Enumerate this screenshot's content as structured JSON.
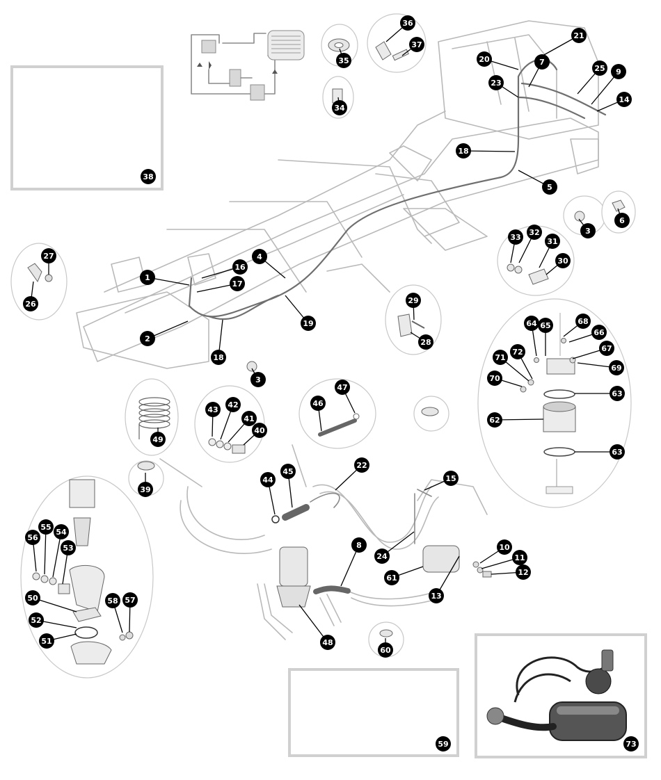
{
  "diagram": {
    "colors": {
      "callout_fill": "#000000",
      "callout_text": "#ffffff",
      "line_art": "#b9b9b9",
      "panel_border": "#cccccc"
    },
    "callouts": [
      {
        "id": "c1",
        "label": "1"
      },
      {
        "id": "c2",
        "label": "2"
      },
      {
        "id": "c3a",
        "label": "3"
      },
      {
        "id": "c3b",
        "label": "3"
      },
      {
        "id": "c4",
        "label": "4"
      },
      {
        "id": "c5",
        "label": "5"
      },
      {
        "id": "c6",
        "label": "6"
      },
      {
        "id": "c7",
        "label": "7"
      },
      {
        "id": "c8",
        "label": "8"
      },
      {
        "id": "c9",
        "label": "9"
      },
      {
        "id": "c10",
        "label": "10"
      },
      {
        "id": "c11",
        "label": "11"
      },
      {
        "id": "c12",
        "label": "12"
      },
      {
        "id": "c13",
        "label": "13"
      },
      {
        "id": "c14",
        "label": "14"
      },
      {
        "id": "c15",
        "label": "15"
      },
      {
        "id": "c16",
        "label": "16"
      },
      {
        "id": "c17",
        "label": "17"
      },
      {
        "id": "c18a",
        "label": "18"
      },
      {
        "id": "c18b",
        "label": "18"
      },
      {
        "id": "c19",
        "label": "19"
      },
      {
        "id": "c20",
        "label": "20"
      },
      {
        "id": "c21",
        "label": "21"
      },
      {
        "id": "c22",
        "label": "22"
      },
      {
        "id": "c23",
        "label": "23"
      },
      {
        "id": "c24",
        "label": "24"
      },
      {
        "id": "c25",
        "label": "25"
      },
      {
        "id": "c26",
        "label": "26"
      },
      {
        "id": "c27",
        "label": "27"
      },
      {
        "id": "c28",
        "label": "28"
      },
      {
        "id": "c29",
        "label": "29"
      },
      {
        "id": "c30",
        "label": "30"
      },
      {
        "id": "c31",
        "label": "31"
      },
      {
        "id": "c32",
        "label": "32"
      },
      {
        "id": "c33",
        "label": "33"
      },
      {
        "id": "c34",
        "label": "34"
      },
      {
        "id": "c35",
        "label": "35"
      },
      {
        "id": "c36",
        "label": "36"
      },
      {
        "id": "c37",
        "label": "37"
      },
      {
        "id": "c38",
        "label": "38"
      },
      {
        "id": "c39",
        "label": "39"
      },
      {
        "id": "c40",
        "label": "40"
      },
      {
        "id": "c41",
        "label": "41"
      },
      {
        "id": "c42",
        "label": "42"
      },
      {
        "id": "c43",
        "label": "43"
      },
      {
        "id": "c44",
        "label": "44"
      },
      {
        "id": "c45",
        "label": "45"
      },
      {
        "id": "c46",
        "label": "46"
      },
      {
        "id": "c47",
        "label": "47"
      },
      {
        "id": "c48",
        "label": "48"
      },
      {
        "id": "c49",
        "label": "49"
      },
      {
        "id": "c50",
        "label": "50"
      },
      {
        "id": "c51",
        "label": "51"
      },
      {
        "id": "c52",
        "label": "52"
      },
      {
        "id": "c53",
        "label": "53"
      },
      {
        "id": "c54",
        "label": "54"
      },
      {
        "id": "c55",
        "label": "55"
      },
      {
        "id": "c56",
        "label": "56"
      },
      {
        "id": "c57",
        "label": "57"
      },
      {
        "id": "c58",
        "label": "58"
      },
      {
        "id": "c59",
        "label": "59"
      },
      {
        "id": "c60",
        "label": "60"
      },
      {
        "id": "c61",
        "label": "61"
      },
      {
        "id": "c62",
        "label": "62"
      },
      {
        "id": "c63a",
        "label": "63"
      },
      {
        "id": "c63b",
        "label": "63"
      },
      {
        "id": "c64",
        "label": "64"
      },
      {
        "id": "c65",
        "label": "65"
      },
      {
        "id": "c66",
        "label": "66"
      },
      {
        "id": "c67",
        "label": "67"
      },
      {
        "id": "c68",
        "label": "68"
      },
      {
        "id": "c69",
        "label": "69"
      },
      {
        "id": "c70",
        "label": "70"
      },
      {
        "id": "c71",
        "label": "71"
      },
      {
        "id": "c72",
        "label": "72"
      },
      {
        "id": "c73",
        "label": "73"
      }
    ]
  }
}
